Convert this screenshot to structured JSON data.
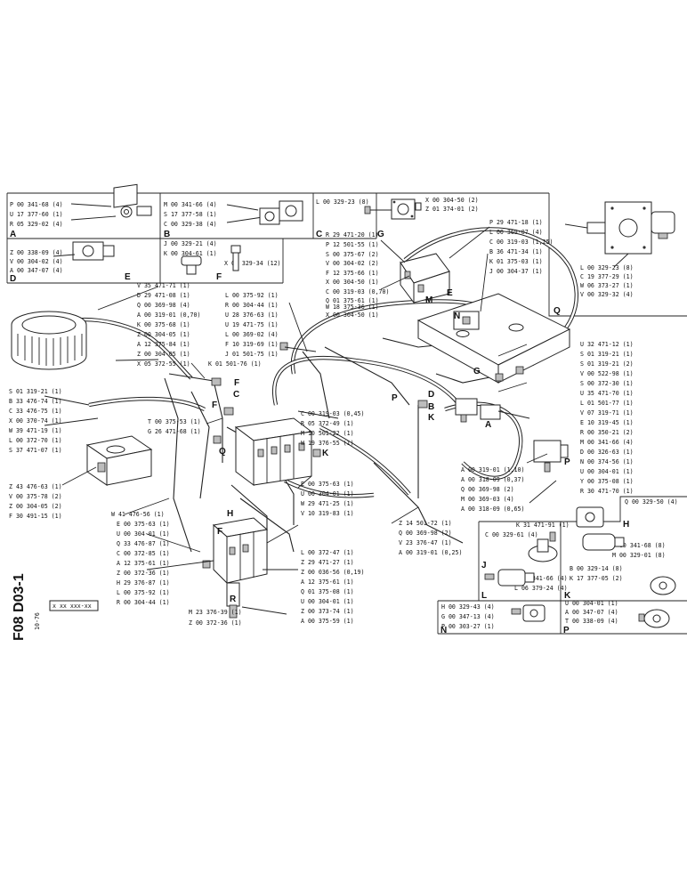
{
  "sheet": {
    "code": "F08 D03-1",
    "date": "10-76",
    "ref_box": "x xx xxx-xx"
  },
  "boxes": {
    "A": {
      "letter": "A",
      "lines": [
        "P 00 341-68 (4)",
        "U 17 377-60 (1)",
        "R 05 329-02 (4)"
      ]
    },
    "B": {
      "letter": "B",
      "lines": [
        "M 00 341-66 (4)",
        "S 17 377-58 (1)",
        "C 00 329-38 (4)"
      ]
    },
    "C": {
      "letter": "C",
      "lines": [
        "L 00 329-23 (8)"
      ]
    },
    "G": {
      "letter": "G",
      "lines": [
        "X 00 304-50 (2)",
        "Z 01 374-01 (2)"
      ]
    },
    "D": {
      "letters": [
        "E",
        "D"
      ],
      "lines": [
        "Z 00 338-09 (4)",
        "V 00 304-02 (4)",
        "A 00 347-07 (4)"
      ]
    },
    "F": {
      "letter": "F",
      "lines": [
        "J 00 329-21 (4)",
        "K 00 304-61 (1)",
        "X 00 329-34 (12)"
      ]
    },
    "Q": {
      "letter": "Q",
      "lines": [
        "L 00 329-23 (8)",
        "C 19 377-29 (1)",
        "W 06 373-27 (1)",
        "V 00 329-32 (4)"
      ]
    },
    "H": {
      "letter": "H",
      "lines": [
        "Q 00 329-50 (4)",
        "P 00 341-68 (8)",
        "M 00 329-01 (8)"
      ]
    },
    "J": {
      "letter": "J",
      "lines": [
        "C 00 329-61 (4)"
      ]
    },
    "K": {
      "letter": "K",
      "lines": [
        "B 00 329-14 (8)",
        "K 17 377-05 (2)"
      ]
    },
    "L": {
      "letter": "L",
      "lines": [
        "M 00 341-66 (4)",
        "L 06 379-24 (4)"
      ]
    },
    "N": {
      "letter": "N",
      "lines": [
        "H 00 329-43 (4)",
        "G 00 347-13 (4)",
        "P 00 303-27 (1)"
      ]
    },
    "P": {
      "letter": "P",
      "lines": [
        "U 00 304-01 (1)",
        "A 00 347-07 (4)",
        "T 00 338-09 (4)"
      ]
    }
  },
  "callouts_top_center": [
    "V 35 471-71 (1)",
    "D 29 471-08 (1)",
    "Q 00 369-98 (4)",
    "A 00 319-01 (0,70)",
    "K 00 375-68 (1)",
    "Z 00 304-05 (1)",
    "A 12 375-84 (1)",
    "Z 00 304-05 (1)",
    "X 05 372-55 (1)"
  ],
  "callouts_mid_center": [
    "L 00 375-92 (1)",
    "R 00 304-44 (1)",
    "U 28 376-63 (1)",
    "U 19 471-75 (1)",
    "L 00 369-02 (4)",
    "F 10 319-69 (1)",
    "J 01 501-75 (1)"
  ],
  "callout_K01": "K 01 501-76 (1)",
  "callouts_top_right": [
    "R 29 471-20 (1)",
    "P 12 501-55 (1)",
    "S 00 375-67 (2)",
    "V 00 304-02 (2)",
    "F 12 375-66 (1)",
    "X 00 304-50 (1)",
    "C 00 319-03 (0,70)",
    "Q 01 375-61 (1)",
    "W 18 375-36 (1)",
    "X 00 304-50 (1)"
  ],
  "callouts_far_top_right": [
    "P 29 471-18 (1)",
    "L 00 369-07 (4)",
    "C 00 319-03 (1,25)",
    "B 36 471-34 (1)",
    "K 01 375-03 (1)",
    "J 00 304-37 (1)"
  ],
  "callouts_right": [
    "U 32 471-12 (1)",
    "S 01 319-21 (1)",
    "S 01 319-21 (2)",
    "V 00 522-98 (1)",
    "S 00 372-30 (1)",
    "U 35 471-70 (1)",
    "L 01 501-77 (1)",
    "V 07 319-71 (1)",
    "E 10 319-45 (1)",
    "R 00 350-21 (2)",
    "M 00 341-66 (4)",
    "D 00 326-63 (1)",
    "N 00 374-56 (1)",
    "U 00 304-01 (1)",
    "Y 00 375-08 (1)",
    "R 30 471-70 (1)"
  ],
  "callouts_center_right": [
    "A 00 319-01 (1,10)",
    "A 00 318-09 (0,37)",
    "Q 00 369-98 (2)",
    "M 00 369-03 (4)",
    "A 00 318-09 (0,65)"
  ],
  "callouts_left": [
    "S 01 319-21 (1)",
    "B 33 476-74 (1)",
    "C 33 476-75 (1)",
    "X 00 370-74 (1)",
    "W 39 471-19 (1)",
    "L 00 372-70 (1)",
    "S 37 471-07 (1)"
  ],
  "callouts_left_lower": [
    "Z 43 476-63 (1)",
    "V 00 375-78 (2)",
    "Z 00 304-05 (2)",
    "F 30 491-15 (1)"
  ],
  "callouts_center_T": [
    "T 00 375-53 (1)",
    "G 26 471-68 (1)"
  ],
  "callouts_center_C": [
    "C 00 319-03 (0,45)",
    "R 05 372-49 (1)",
    "M 10 501-22 (1)",
    "W 19 376-55 (1)"
  ],
  "callouts_center_E": [
    "E 00 375-63 (1)",
    "U 00 304-01 (1)",
    "W 29 471-25 (1)",
    "V 10 319-83 (1)"
  ],
  "callouts_bottom_left": [
    "W 41 476-56 (1)",
    "E 00 375-63 (1)",
    "U 00 304-01 (1)",
    "Q 33 476-87 (1)",
    "C 00 372-85 (1)",
    "A 12 375-61 (1)",
    "Z 00 372-36 (1)",
    "H 29 376-87 (1)",
    "L 00 375-92 (1)",
    "R 00 304-44 (1)"
  ],
  "callouts_bottom_center": [
    "L 00 372-47 (1)",
    "Z 29 471-27 (1)",
    "Z 00 036-56 (0,19)",
    "A 12 375-61 (1)",
    "Q 01 375-08 (1)",
    "U 00 304-01 (1)",
    "Z 00 373-74 (1)",
    "A 00 375-59 (1)"
  ],
  "callouts_bottom_pair": [
    "M 23 376-39 (1)",
    "Z 00 372-36 (1)"
  ],
  "callouts_bottom_right": [
    "Z 14 501-72 (1)",
    "Q 00 369-98 (2)",
    "V 23 376-47 (1)",
    "A 00 319-01 (0,25)"
  ],
  "callout_K31": "K 31 471-91 (1)",
  "part_letters": {
    "M": "M",
    "N": "N",
    "P": "P",
    "D": "D",
    "B": "B",
    "K": "K",
    "A": "A",
    "G": "G",
    "E": "E",
    "C": "C",
    "F": "F",
    "Q": "Q",
    "H": "H",
    "R": "R"
  }
}
